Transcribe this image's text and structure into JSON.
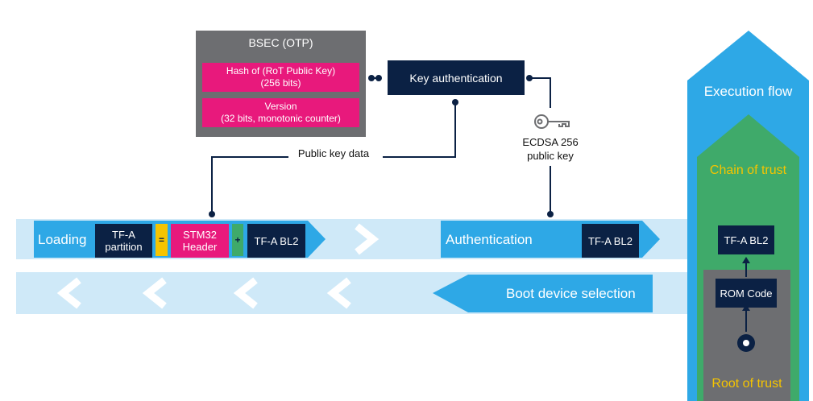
{
  "bsec": {
    "title": "BSEC (OTP)",
    "hash_line1": "Hash of (RoT Public Key)",
    "hash_line2": "(256 bits)",
    "version_line1": "Version",
    "version_line2": "(32 bits, monotonic counter)"
  },
  "key_auth": {
    "label": "Key authentication"
  },
  "public_key_data": {
    "label": "Public key data"
  },
  "ecdsa": {
    "line1": "ECDSA 256",
    "line2": "public key"
  },
  "loading": {
    "label": "Loading",
    "tfa_partition_line1": "TF-A",
    "tfa_partition_line2": "partition",
    "equals": "=",
    "stm32_line1": "STM32",
    "stm32_line2": "Header",
    "plus": "+",
    "tfa_bl2": "TF-A BL2"
  },
  "authentication": {
    "label": "Authentication",
    "tfa_bl2": "TF-A BL2"
  },
  "boot_device": {
    "label": "Boot device selection"
  },
  "execution_flow": {
    "label": "Execution flow"
  },
  "chain_of_trust": {
    "label": "Chain of trust",
    "tfa_bl2": "TF-A BL2",
    "rom_code": "ROM Code"
  },
  "root_of_trust": {
    "label": "Root of trust"
  },
  "colors": {
    "navy": "#0b2144",
    "pink": "#e8197c",
    "gray": "#6d6e71",
    "blue": "#2ea8e6",
    "light_blue": "#cfe9f8",
    "green": "#3faa6a",
    "yellow": "#f5c400"
  }
}
